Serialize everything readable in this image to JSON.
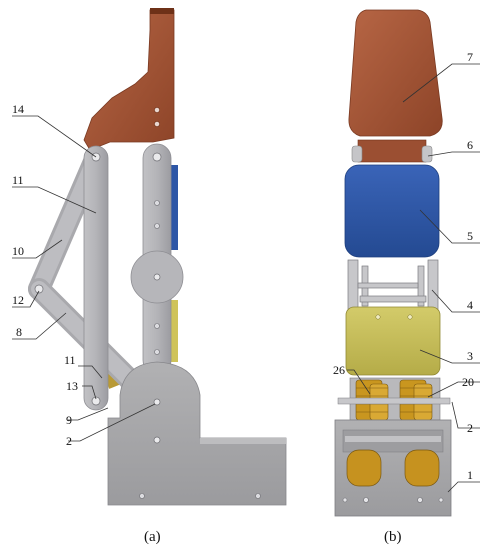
{
  "panels": [
    {
      "id": "a",
      "caption": "(a)"
    },
    {
      "id": "b",
      "caption": "(b)"
    }
  ],
  "labels_a": [
    "14",
    "11",
    "10",
    "12",
    "8",
    "11",
    "13",
    "9",
    "2"
  ],
  "labels_b": [
    "7",
    "6",
    "5",
    "4",
    "3",
    "26",
    "20",
    "2",
    "1"
  ],
  "colors": {
    "link_gray": "#b3b3b6",
    "link_edge": "#8d8d92",
    "copper": "#a95a3d",
    "copper_dark": "#8a4128",
    "blue": "#2f57a8",
    "yellow": "#c9c05c",
    "gold": "#c8962a",
    "base_gray": "#a6a6a8"
  }
}
